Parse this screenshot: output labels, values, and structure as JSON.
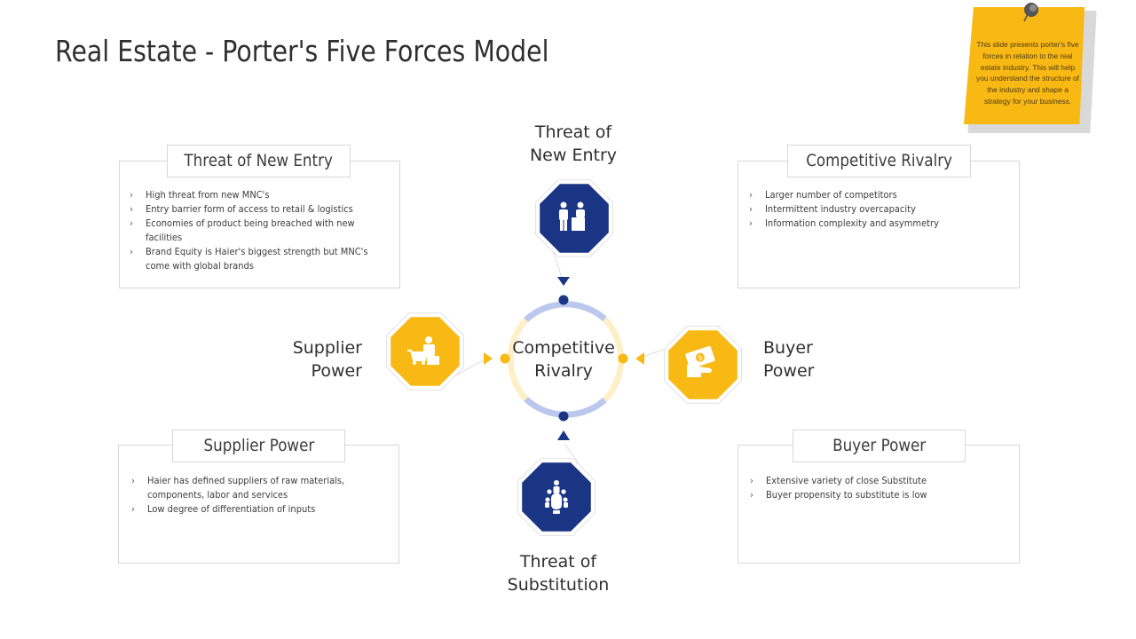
{
  "title": "Real Estate - Porter's Five Forces Model",
  "note": {
    "text": "This slide presents porter's five forces in relation to the real estate industry. This will help you understand the structure of the industry and shape a strategy for your business."
  },
  "center": {
    "line1": "Competitive",
    "line2": "Rivalry"
  },
  "forces": {
    "top": {
      "line1": "Threat of",
      "line2": "New Entry",
      "icon": "people-at-desk-icon"
    },
    "bottom": {
      "line1": "Threat of",
      "line2": "Substitution",
      "icon": "meeting-table-icon"
    },
    "left": {
      "line1": "Supplier",
      "line2": "Power",
      "icon": "supplier-cart-icon"
    },
    "right": {
      "line1": "Buyer",
      "line2": "Power",
      "icon": "hand-money-icon"
    }
  },
  "cards": {
    "new_entry": {
      "title": "Threat of New Entry",
      "items": [
        "High threat from new MNC's",
        "Entry barrier form of access to retail & logistics",
        "Economies of product being breached with new facilities",
        "Brand Equity is Haier's biggest strength but MNC's come with global brands"
      ]
    },
    "rivalry": {
      "title": "Competitive Rivalry",
      "items": [
        "Larger number of competitors",
        "Intermittent industry overcapacity",
        "Information complexity and asymmetry"
      ]
    },
    "supplier": {
      "title": "Supplier Power",
      "items": [
        "Haier has defined suppliers of raw materials, components, labor and services",
        "Low degree of differentiation of inputs"
      ]
    },
    "buyer": {
      "title": "Buyer Power",
      "items": [
        "Extensive variety of close Substitute",
        "Buyer propensity to substitute is low"
      ]
    }
  },
  "colors": {
    "navy": "#1b3585",
    "yellow": "#f9b915",
    "ring_blue": "#bcc7ee",
    "ring_cream": "#fdf0c8"
  }
}
